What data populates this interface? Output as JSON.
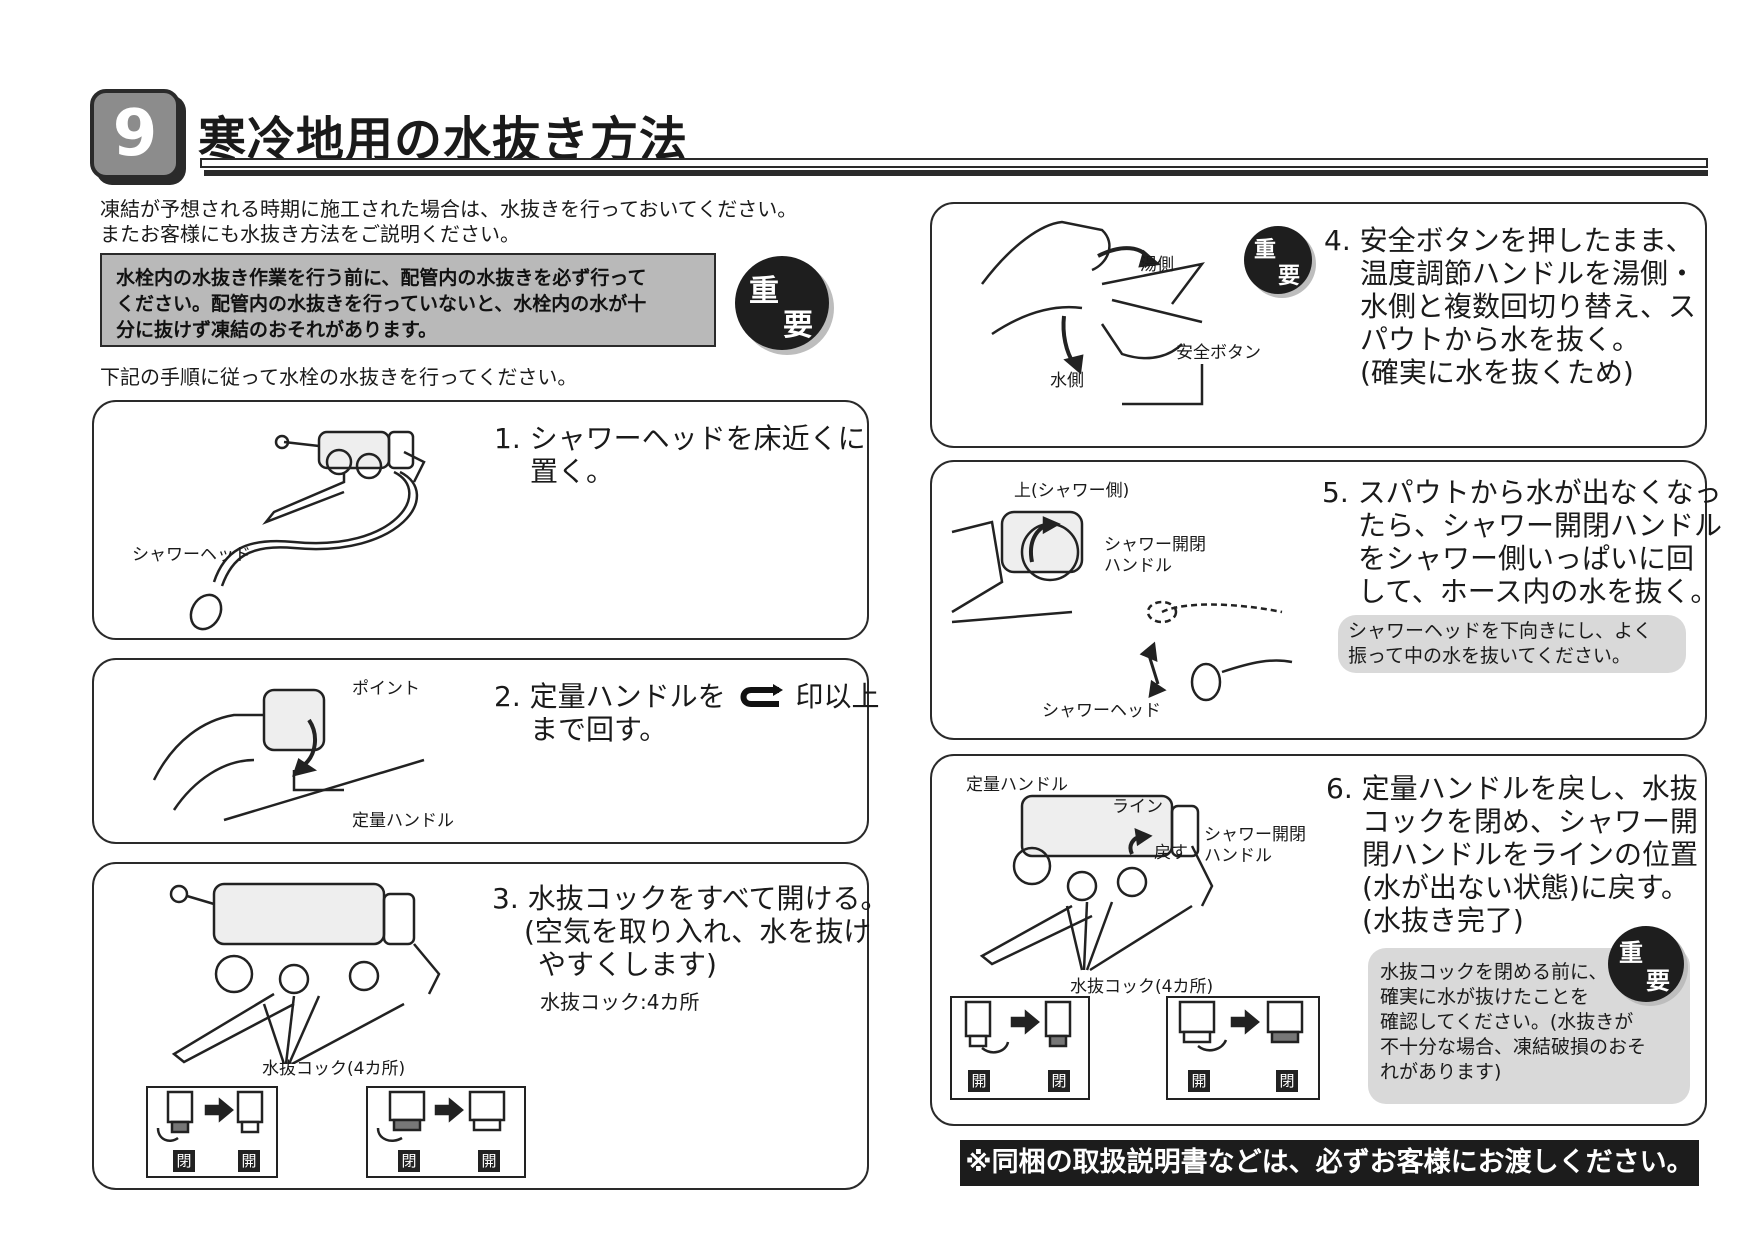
{
  "header": {
    "section_number": "9",
    "title": "寒冷地用の水抜き方法"
  },
  "intro": {
    "line1": "凍結が予想される時期に施工された場合は、水抜きを行っておいてください。",
    "line2": "またお客様にも水抜き方法をご説明ください。"
  },
  "warning": {
    "line1": "水栓内の水抜き作業を行う前に、配管内の水抜きを必ず行って",
    "line2": "ください。配管内の水抜きを行っていないと、水栓内の水が十",
    "line3": "分に抜けず凍結のおそれがあります。"
  },
  "important_badge": {
    "char1": "重",
    "char2": "要"
  },
  "procedure_intro": "下記の手順に従って水栓の水抜きを行ってください。",
  "steps": [
    {
      "line1": "1. シャワーヘッドを床近くに",
      "line2": "置く。",
      "labels": {
        "shower_head": "シャワーヘッド"
      }
    },
    {
      "line1_pre": "2. 定量ハンドルを",
      "line1_post": "印以上",
      "line2": "まで回す。",
      "labels": {
        "point": "ポイント",
        "handle": "定量ハンドル"
      }
    },
    {
      "line1": "3. 水抜コックをすべて開ける。",
      "line2": "(空気を取り入れ、水を抜け",
      "line3": "やすくします)",
      "sub": "水抜コック:4カ所",
      "labels": {
        "cocks": "水抜コック(4カ所)",
        "close": "閉",
        "open": "開"
      }
    },
    {
      "line1": "4. 安全ボタンを押したまま、",
      "line2": "温度調節ハンドルを湯側・",
      "line3": "水側と複数回切り替え、ス",
      "line4": "パウトから水を抜く。",
      "line5": "(確実に水を抜くため)",
      "labels": {
        "hot": "湯側",
        "cold": "水側",
        "safety": "安全ボタン"
      }
    },
    {
      "line1": "5. スパウトから水が出なくなっ",
      "line2": "たら、シャワー開閉ハンドル",
      "line3": "をシャワー側いっぱいに回",
      "line4": "して、ホース内の水を抜く。",
      "note1": "シャワーヘッドを下向きにし、よく",
      "note2": "振って中の水を抜いてください。",
      "labels": {
        "up": "上(シャワー側)",
        "handle1": "シャワー開閉",
        "handle2": "ハンドル",
        "shower_head": "シャワーヘッド"
      }
    },
    {
      "line1": "6. 定量ハンドルを戻し、水抜",
      "line2": "コックを閉め、シャワー開",
      "line3": "閉ハンドルをラインの位置",
      "line4": "(水が出ない状態)に戻す。",
      "line5": "(水抜き完了)",
      "note1": "水抜コックを閉める前に、",
      "note2": "確実に水が抜けたことを",
      "note3": "確認してください。(水抜きが",
      "note4": "不十分な場合、凍結破損のおそ",
      "note5": "れがあります)",
      "labels": {
        "handle": "定量ハンドル",
        "line": "ライン",
        "return": "戻す",
        "shower1": "シャワー開閉",
        "shower2": "ハンドル",
        "cocks": "水抜コック(4カ所)",
        "open": "開",
        "close": "閉"
      }
    }
  ],
  "footer": "※同梱の取扱説明書などは、必ずお客様にお渡しください。"
}
